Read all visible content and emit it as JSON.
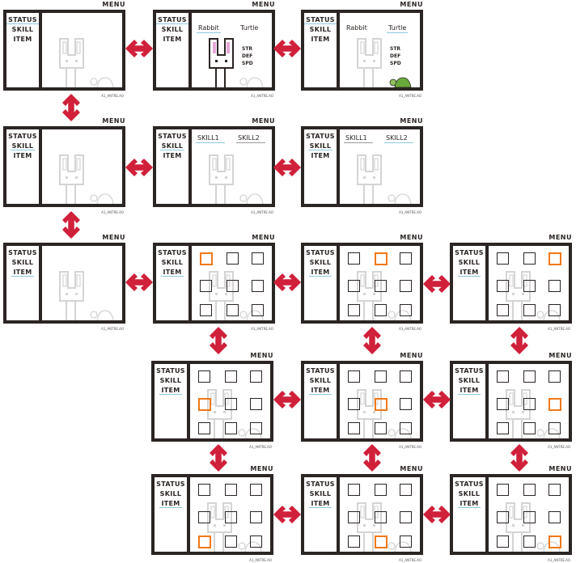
{
  "menu_label": "MENU",
  "watermark": "A1_ANTRE.AO",
  "menu_items": [
    "STATUS",
    "SKILL",
    "ITEM"
  ],
  "status_tabs": [
    "Rabbit",
    "Turtle"
  ],
  "stats": [
    "STR",
    "DEF",
    "SPD"
  ],
  "skill_tabs": [
    "SKILL1",
    "SKILL2"
  ],
  "colors": {
    "frame": "#2b2523",
    "accent_underline": "#8cc8e0",
    "selection": "#f07818",
    "arrow": "#d0203a",
    "faded": "#d4d4d4",
    "turtle": "#6aaa3a",
    "rabbit_ear": "#e8a8d8"
  },
  "panels": [
    {
      "id": "menu-status",
      "menu": 0,
      "type": "empty"
    },
    {
      "id": "status-rabbit",
      "menu": 0,
      "type": "status",
      "active_tab": 0
    },
    {
      "id": "status-turtle",
      "menu": 0,
      "type": "status",
      "active_tab": 1
    },
    {
      "id": "menu-skill",
      "menu": 1,
      "type": "empty"
    },
    {
      "id": "skill-1",
      "menu": 1,
      "type": "skill",
      "active_tab": 0
    },
    {
      "id": "skill-2",
      "menu": 1,
      "type": "skill",
      "active_tab": 1
    },
    {
      "id": "menu-item",
      "menu": 2,
      "type": "empty"
    },
    {
      "id": "item-1",
      "menu": 2,
      "type": "item",
      "selected": 0
    },
    {
      "id": "item-2",
      "menu": 2,
      "type": "item",
      "selected": 1
    },
    {
      "id": "item-3",
      "menu": 2,
      "type": "item",
      "selected": 2
    },
    {
      "id": "item-4",
      "menu": 2,
      "type": "item",
      "selected": 3
    },
    {
      "id": "item-5",
      "menu": 2,
      "type": "item",
      "selected": 4
    },
    {
      "id": "item-6",
      "menu": 2,
      "type": "item",
      "selected": 5
    },
    {
      "id": "item-7",
      "menu": 2,
      "type": "item",
      "selected": 6
    },
    {
      "id": "item-8",
      "menu": 2,
      "type": "item",
      "selected": 7
    },
    {
      "id": "item-9",
      "menu": 2,
      "type": "item",
      "selected": 8
    }
  ]
}
